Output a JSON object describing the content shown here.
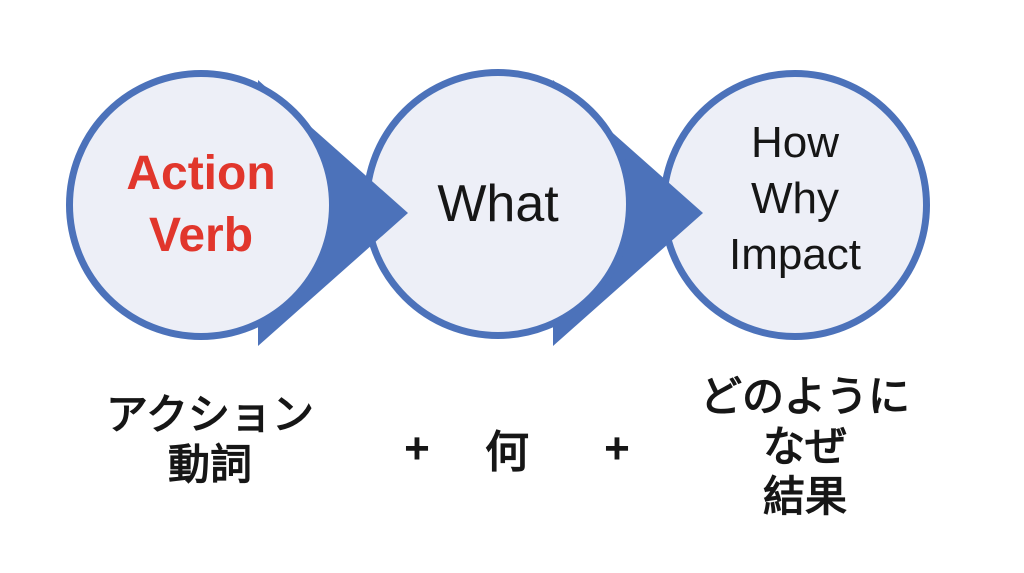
{
  "colors": {
    "background": "#FFFFFF",
    "accent": "#4C72BA",
    "circle_fill": "#EDEFF7",
    "red_text": "#E1362C",
    "ink": "#161616"
  },
  "icons": {
    "connector": "triangle-right-arrow"
  },
  "circles": [
    {
      "name": "action-verb",
      "lines": [
        "Action",
        "Verb"
      ]
    },
    {
      "name": "what",
      "lines": [
        "What"
      ]
    },
    {
      "name": "how-why-impact",
      "lines": [
        "How",
        "Why",
        "Impact"
      ]
    }
  ],
  "labels": {
    "action_ja": {
      "lines": [
        "アクション",
        "動詞"
      ]
    },
    "formula": {
      "plus_left": "+",
      "what_ja": "何",
      "plus_right": "+"
    },
    "how_ja": {
      "lines": [
        "どのように",
        "なぜ",
        "結果"
      ]
    }
  }
}
